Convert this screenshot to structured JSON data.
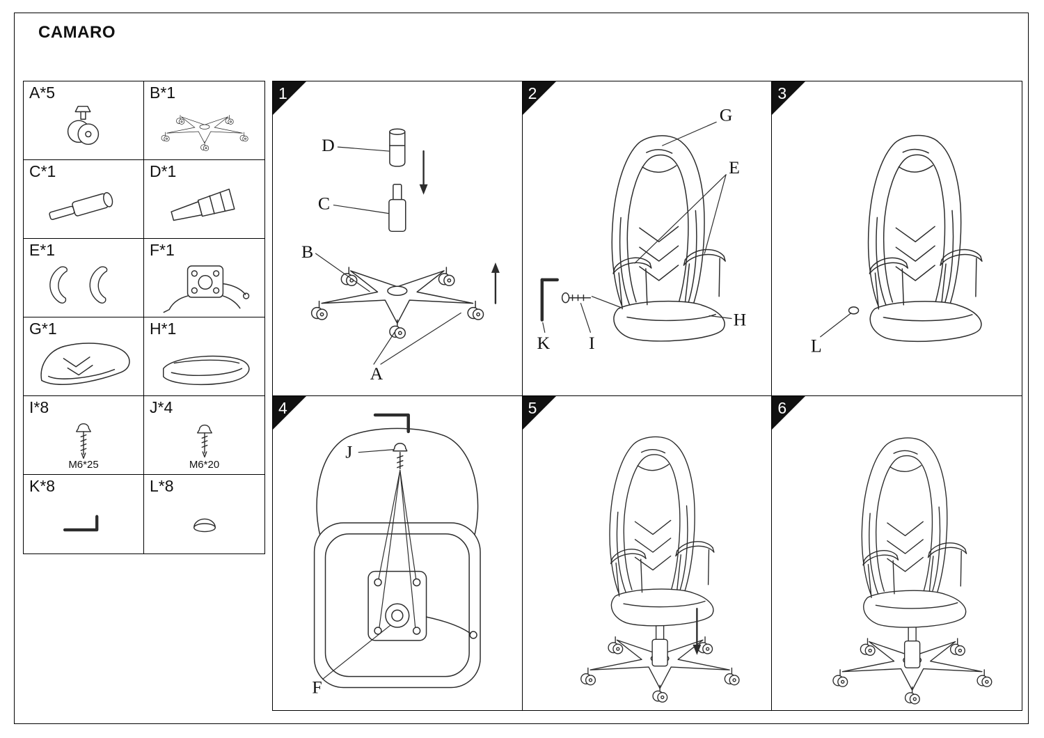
{
  "title": "CAMARO",
  "parts": [
    {
      "id": "A",
      "label": "A*5"
    },
    {
      "id": "B",
      "label": "B*1"
    },
    {
      "id": "C",
      "label": "C*1"
    },
    {
      "id": "D",
      "label": "D*1"
    },
    {
      "id": "E",
      "label": "E*1"
    },
    {
      "id": "F",
      "label": "F*1"
    },
    {
      "id": "G",
      "label": "G*1"
    },
    {
      "id": "H",
      "label": "H*1"
    },
    {
      "id": "I",
      "label": "I*8",
      "note": "M6*25"
    },
    {
      "id": "J",
      "label": "J*4",
      "note": "M6*20"
    },
    {
      "id": "K",
      "label": "K*8"
    },
    {
      "id": "L",
      "label": "L*8"
    }
  ],
  "steps": [
    {
      "number": "1",
      "callouts": [
        "D",
        "C",
        "B",
        "A"
      ]
    },
    {
      "number": "2",
      "callouts": [
        "G",
        "E",
        "H",
        "K",
        "I"
      ]
    },
    {
      "number": "3",
      "callouts": [
        "L"
      ]
    },
    {
      "number": "4",
      "callouts": [
        "J",
        "F"
      ]
    },
    {
      "number": "5",
      "callouts": []
    },
    {
      "number": "6",
      "callouts": []
    }
  ]
}
